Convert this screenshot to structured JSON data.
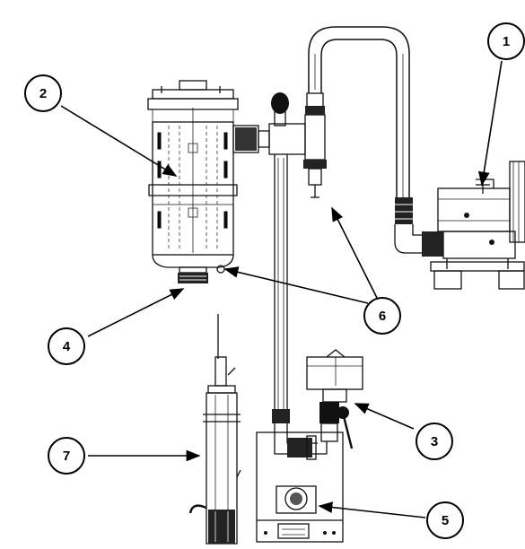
{
  "callouts": [
    {
      "label": "1"
    },
    {
      "label": "2"
    },
    {
      "label": "3"
    },
    {
      "label": "4"
    },
    {
      "label": "5"
    },
    {
      "label": "6"
    },
    {
      "label": "7"
    }
  ],
  "colors": {
    "line": "#111111",
    "background": "#ffffff"
  }
}
